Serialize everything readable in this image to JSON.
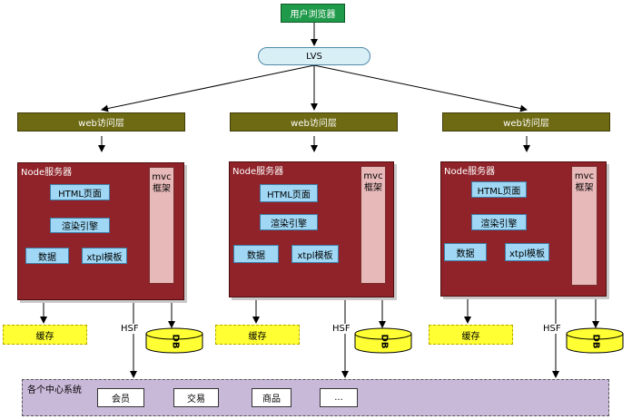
{
  "browser": {
    "label": "用户浏览器"
  },
  "lvs": {
    "label": "LVS"
  },
  "columns": [
    {
      "web_label": "web访问层",
      "node_title": "Node服务器",
      "mvc_label": "mvc框架",
      "html_page": "HTML页面",
      "render_engine": "渲染引擎",
      "data_label": "数据",
      "template_label": "xtpl模板",
      "cache_label": "缓存",
      "hsf_label": "HSF",
      "db_label": "DB"
    },
    {
      "web_label": "web访问层",
      "node_title": "Node服务器",
      "mvc_label": "mvc框架",
      "html_page": "HTML页面",
      "render_engine": "渲染引擎",
      "data_label": "数据",
      "template_label": "xtpl模板",
      "cache_label": "缓存",
      "hsf_label": "HSF",
      "db_label": "DB"
    },
    {
      "web_label": "web访问层",
      "node_title": "Node服务器",
      "mvc_label": "mvc框架",
      "html_page": "HTML页面",
      "render_engine": "渲染引擎",
      "data_label": "数据",
      "template_label": "xtpl模板",
      "cache_label": "缓存",
      "hsf_label": "HSF",
      "db_label": "DB"
    }
  ],
  "center": {
    "title": "各个中心系统",
    "systems": [
      "会员",
      "交易",
      "商品",
      "..."
    ]
  }
}
